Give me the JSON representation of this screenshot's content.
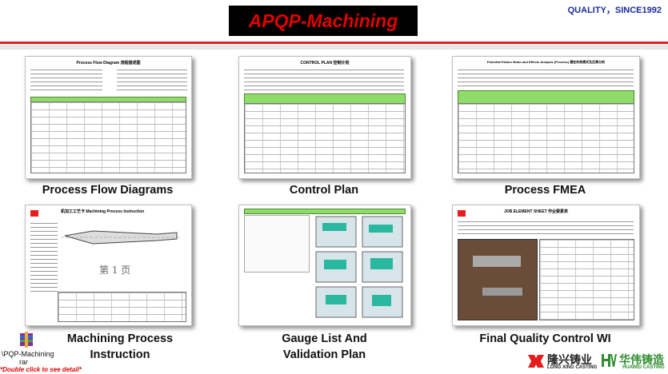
{
  "header": {
    "title": "APQP-Machining",
    "tagline": "QUALITY，SINCE1992"
  },
  "cards": [
    {
      "label": "Process Flow Diagrams"
    },
    {
      "label": "Control Plan"
    },
    {
      "label": "Process FMEA"
    },
    {
      "label": "Machining Process Instruction"
    },
    {
      "label": "Gauge List And Validation Plan"
    },
    {
      "label": "Final Quality Control WI"
    }
  ],
  "thumbs": {
    "flow_title": "Process Flow Diagram 流程描述图",
    "control_title": "CONTROL PLAN 控制计划",
    "fmea_title": "Potential Failure Mode and Effects Analysis (Process) 潜在失效模式及后果分析",
    "machining_title": "机加工工艺卡 Machining Process Instruction",
    "machining_page": "第 1 页",
    "job_title": "JOB ELEMENT SHEET 作业要素表"
  },
  "attachment": {
    "name": "\\PQP-Machining",
    "ext": "rar",
    "hint": "*Double click to see detail*"
  },
  "logos": {
    "longxing_cn": "隆兴铸业",
    "longxing_en": "LONG XING CASTING",
    "huawei_cn": "华伟铸造",
    "huawei_en": "HUAWEI CASTING"
  },
  "colors": {
    "title_bg": "#000000",
    "title_text": "#e00000",
    "accent_red": "#e41e1e",
    "tagline": "#1a2a9a",
    "huawei_green": "#2e8b2e"
  }
}
